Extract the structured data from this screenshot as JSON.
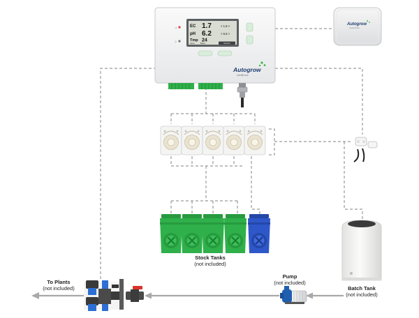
{
  "controller": {
    "brand": "Autogrow",
    "subbrand": "IntelliDose",
    "screen": {
      "ec_label": "EC",
      "ec_value": "1.7",
      "ec_hint": "< 1.8 >",
      "ph_label": "pH",
      "ph_value": "6.2",
      "ph_hint": "< 5.8 >",
      "temp_label": "Tmp",
      "temp_value": "24",
      "footer_left": "menu",
      "footer_mid": "Boost",
      "footer_right": "Monitor"
    }
  },
  "hub": {
    "brand": "Autogrow",
    "subbrand": "IntelliClimate"
  },
  "labels": {
    "stock_tanks": {
      "title": "Stock Tanks",
      "note": "(not included)"
    },
    "pump": {
      "title": "Pump",
      "note": "(not included)"
    },
    "batch_tank": {
      "title": "Batch Tank",
      "note": "(not included)"
    },
    "to_plants": {
      "title": "To Plants",
      "note": "(not included)"
    }
  },
  "colors": {
    "line_dash": "#9a9a9a",
    "flow_arrow": "#a8a8a8",
    "tank_green": "#2fb04a",
    "tank_blue": "#2e57c9",
    "brand_green": "#3cb54a",
    "screen_bg": "#d9dcd2"
  }
}
